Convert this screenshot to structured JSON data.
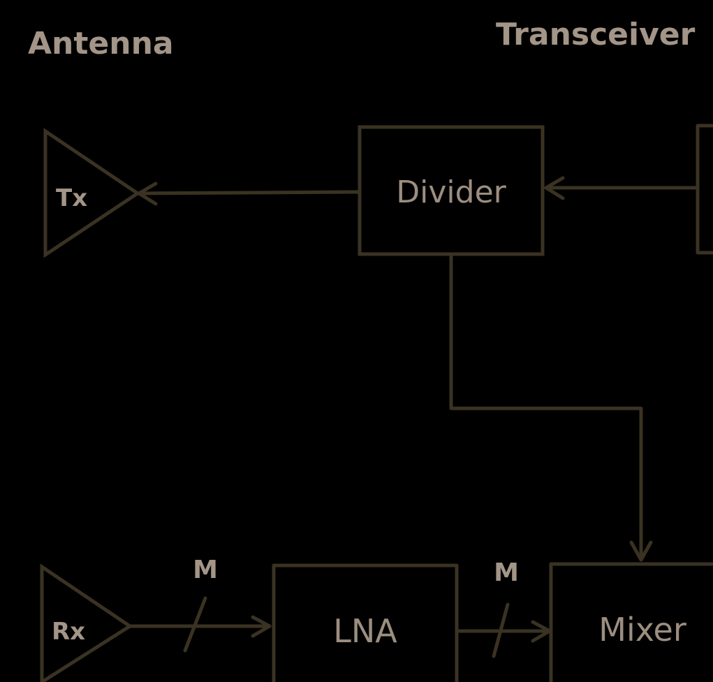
{
  "headings": {
    "antenna": "Antenna",
    "transceiver": "Transceiver"
  },
  "antennas": {
    "tx_label": "Tx",
    "rx_label": "Rx"
  },
  "blocks": {
    "divider": "Divider",
    "lna": "LNA",
    "mixer": "Mixer"
  },
  "bus_labels": {
    "rx_to_lna": "M",
    "lna_to_mixer": "M"
  },
  "colors": {
    "background": "#000000",
    "text": "#a39587",
    "line": "#3a3222"
  }
}
